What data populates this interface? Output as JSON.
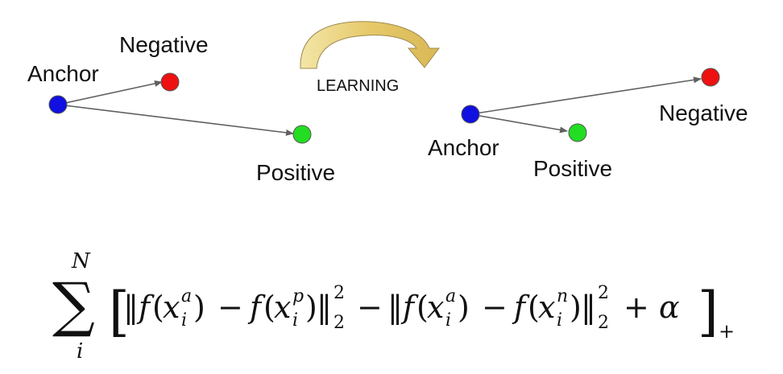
{
  "labels": {
    "anchor": "Anchor",
    "negative": "Negative",
    "positive": "Positive",
    "learning": "LEARNING"
  },
  "colors": {
    "anchor": "#1010e0",
    "negative": "#ee1111",
    "positive": "#22dd22",
    "arrow": "#606060",
    "curved_arrow": "#e8d27c"
  },
  "formula": {
    "sum": "∑",
    "upper": "N",
    "lower": "i",
    "open_bracket": "[",
    "close_bracket": "]",
    "norm": "‖",
    "f": "f",
    "x": "x",
    "open_paren": "(",
    "close_paren": ")",
    "sub_i": "i",
    "sup_a": "a",
    "sup_p": "p",
    "sup_n": "n",
    "minus": "−",
    "plus": "+",
    "sub_2": "2",
    "sup_2": "2",
    "alpha": "α",
    "plus_sub": "+"
  }
}
